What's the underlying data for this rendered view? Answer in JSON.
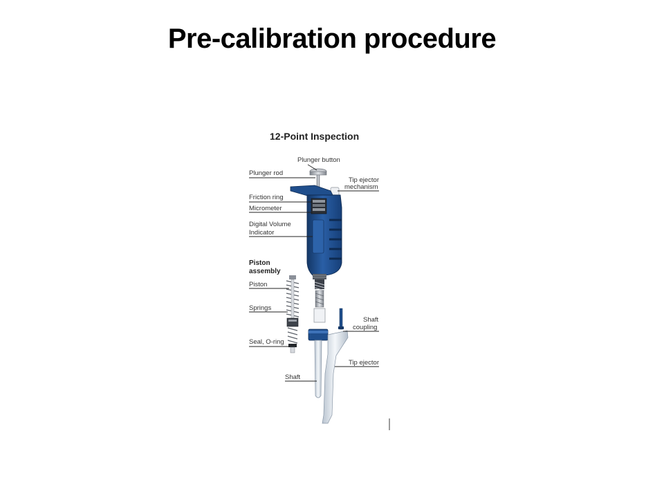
{
  "slide": {
    "title": "Pre-calibration procedure"
  },
  "diagram": {
    "title": "12-Point Inspection",
    "labels": {
      "plunger_button": "Plunger button",
      "plunger_rod": "Plunger rod",
      "tip_ejector_mechanism_1": "Tip ejector",
      "tip_ejector_mechanism_2": "mechanism",
      "friction_ring": "Friction ring",
      "micrometer": "Micrometer",
      "digital_volume_1": "Digital Volume",
      "digital_volume_2": "Indicator",
      "piston_assembly_1": "Piston",
      "piston_assembly_2": "assembly",
      "piston": "Piston",
      "springs": "Springs",
      "seal_o_ring": "Seal, O-ring",
      "shaft_coupling_1": "Shaft",
      "shaft_coupling_2": "coupling",
      "tip_ejector": "Tip ejector",
      "shaft": "Shaft"
    },
    "colors": {
      "body": "#1f4e8c",
      "body_dark": "#143766",
      "body_light": "#3d72b8",
      "metal": "#b8bcc4",
      "shaft": "#e4e9ef"
    }
  }
}
